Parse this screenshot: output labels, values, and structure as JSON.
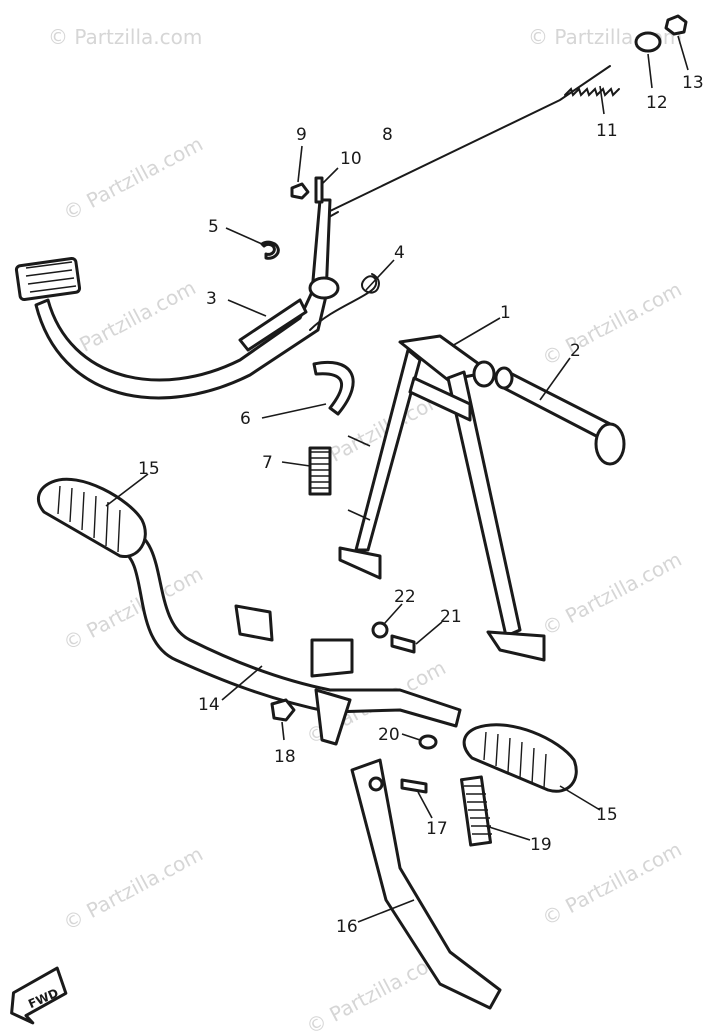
{
  "watermark": {
    "text": "© Partzilla.com",
    "instances": [
      {
        "id": "wm-1"
      },
      {
        "id": "wm-2"
      },
      {
        "id": "wm-3"
      },
      {
        "id": "wm-4"
      },
      {
        "id": "wm-5"
      },
      {
        "id": "wm-6"
      },
      {
        "id": "wm-7"
      },
      {
        "id": "wm-8"
      },
      {
        "id": "wm-9"
      },
      {
        "id": "wm-10"
      },
      {
        "id": "wm-11"
      },
      {
        "id": "wm-12"
      }
    ]
  },
  "callouts": [
    {
      "num": "1"
    },
    {
      "num": "2"
    },
    {
      "num": "3"
    },
    {
      "num": "4"
    },
    {
      "num": "5"
    },
    {
      "num": "6"
    },
    {
      "num": "7"
    },
    {
      "num": "8"
    },
    {
      "num": "9"
    },
    {
      "num": "10"
    },
    {
      "num": "11"
    },
    {
      "num": "12"
    },
    {
      "num": "13"
    },
    {
      "num": "14"
    },
    {
      "num": "15"
    },
    {
      "num": "15"
    },
    {
      "num": "16"
    },
    {
      "num": "17"
    },
    {
      "num": "18"
    },
    {
      "num": "19"
    },
    {
      "num": "20"
    },
    {
      "num": "21"
    },
    {
      "num": "22"
    }
  ],
  "direction_badge": {
    "label": "FWD"
  },
  "colors": {
    "line": "#1a1a1a",
    "watermark": "#d6d6d6",
    "background": "#ffffff"
  }
}
